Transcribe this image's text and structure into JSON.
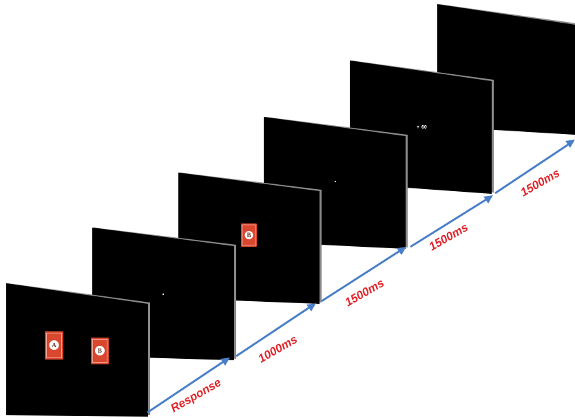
{
  "arrow_color": "#4a7fc8",
  "label_color": "#e0262b",
  "card_color": "#d9472f",
  "timings": {
    "t1": "Response",
    "t2": "1000ms",
    "t3": "1500ms",
    "t4": "1500ms",
    "t5": "1500ms"
  },
  "cards": {
    "left": "A",
    "right": "B",
    "chosen": "B"
  },
  "feedback": {
    "symbol": "+",
    "value": "60"
  }
}
